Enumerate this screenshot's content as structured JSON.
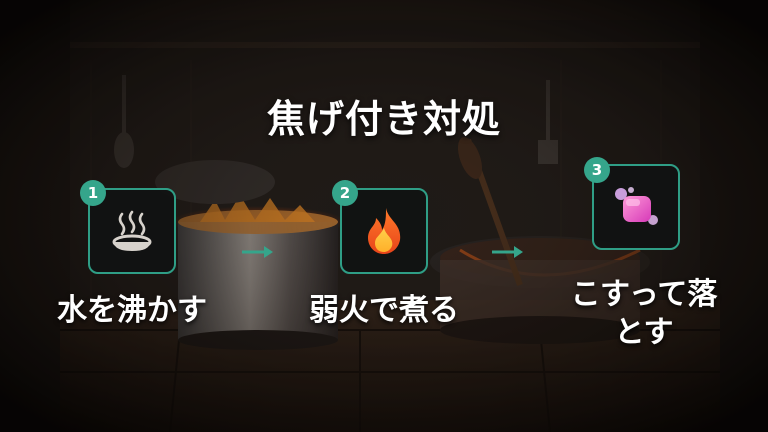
{
  "title": "焦げ付き対処",
  "accent_color": "#35a58b",
  "steps": [
    {
      "number": "1",
      "icon": "hot-spring-icon",
      "label": "水を沸かす"
    },
    {
      "number": "2",
      "icon": "fire-icon",
      "label": "弱火で煮る"
    },
    {
      "number": "3",
      "icon": "soap-icon",
      "label_line1": "こすって落",
      "label_line2": "とす"
    }
  ]
}
